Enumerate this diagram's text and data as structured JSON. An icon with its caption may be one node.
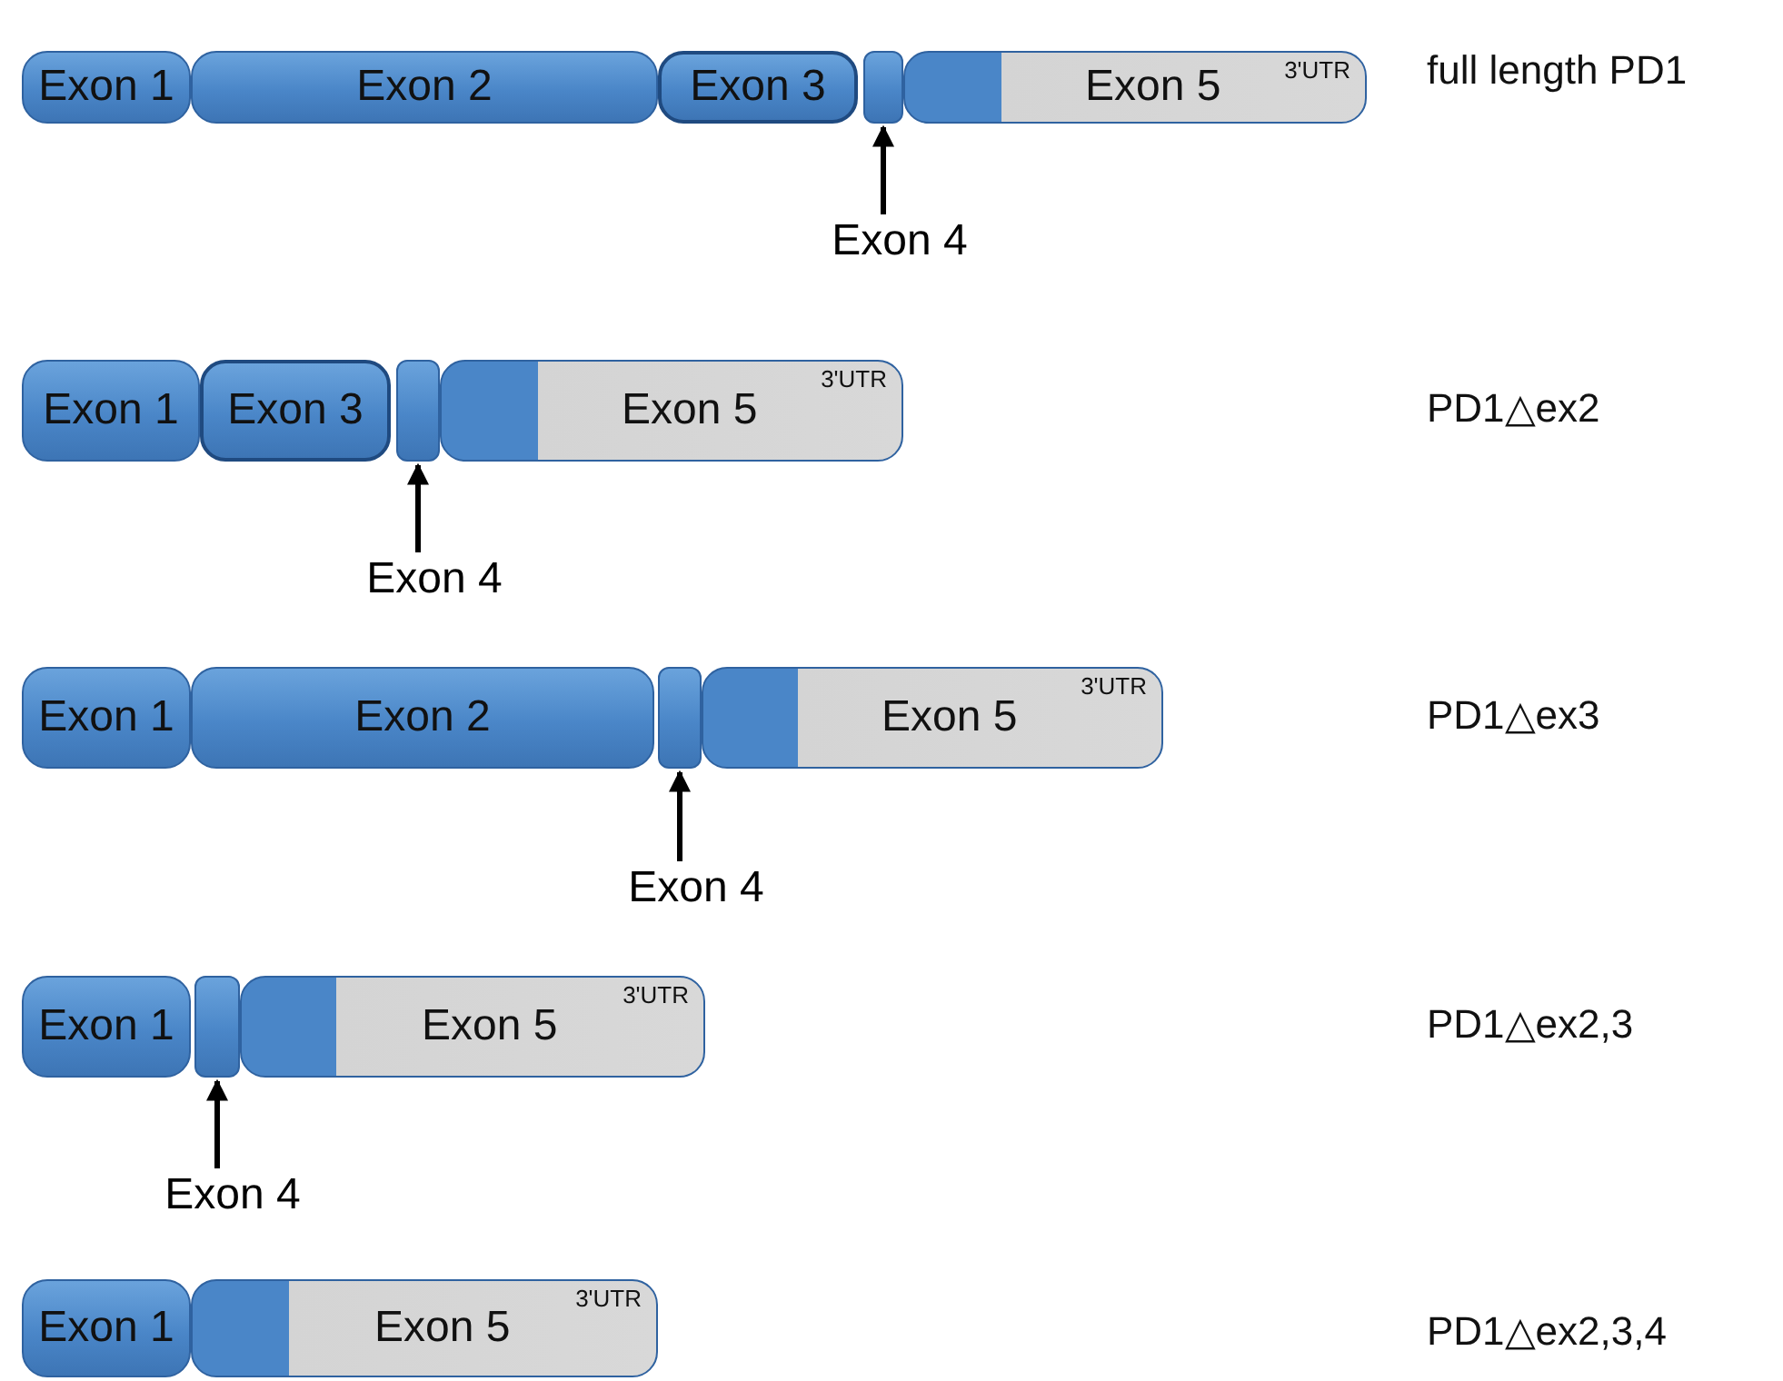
{
  "diagram": {
    "nodes": [
      {
        "text": [
          "Exon 1"
        ]
      },
      {
        "text": [
          "Exon 2"
        ]
      },
      {
        "text": [
          "Exon 3"
        ]
      },
      {
        "text": [],
        "shape": "box"
      },
      {
        "text": [
          "Exon 5",
          "3'UTR"
        ]
      },
      {
        "text": [
          "Exon 4"
        ]
      },
      {
        "text": [
          "Exon 1"
        ]
      },
      {
        "text": [
          "Exon 3"
        ]
      },
      {
        "text": [],
        "shape": "box"
      },
      {
        "text": [
          "Exon 5",
          "3'UTR"
        ]
      },
      {
        "text": [
          "Exon 4"
        ]
      },
      {
        "text": [
          "Exon 1"
        ]
      },
      {
        "text": [
          "Exon 2"
        ]
      },
      {
        "text": [],
        "shape": "box"
      },
      {
        "text": [
          "Exon 5",
          "3'UTR"
        ]
      },
      {
        "text": [
          "Exon 4"
        ]
      },
      {
        "text": [
          "Exon 1"
        ]
      },
      {
        "text": [],
        "shape": "box"
      },
      {
        "text": [
          "Exon 5",
          "3'UTR"
        ]
      },
      {
        "text": [
          "Exon 4"
        ]
      },
      {
        "text": [
          "Exon 1"
        ]
      },
      {
        "text": [
          "Exon 5",
          "3'UTR"
        ]
      }
    ],
    "edges": [
      {
        "from": 5,
        "to": 3,
        "arrow": "to"
      },
      {
        "from": 10,
        "to": 8,
        "arrow": "to"
      },
      {
        "from": 15,
        "to": 13,
        "arrow": "to"
      },
      {
        "from": 19,
        "to": 17,
        "arrow": "to"
      }
    ],
    "labels": [
      "full length PD1",
      "PD1△ex2",
      "PD1△ex3",
      "PD1△ex2,3",
      "PD1△ex2,3,4"
    ]
  }
}
